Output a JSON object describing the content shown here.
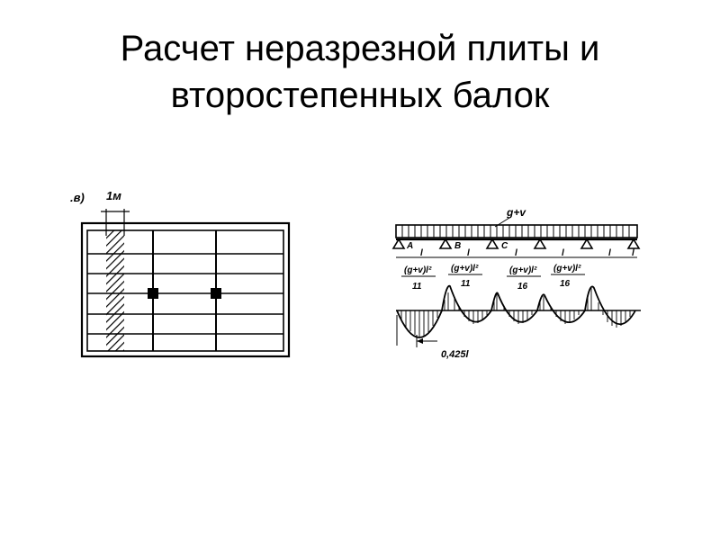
{
  "slide": {
    "title_line1": "Расчет неразрезной плиты и",
    "title_line2": "второстепенных балок"
  },
  "plan": {
    "panel_label": ".в)",
    "strip_width_label": "1м"
  },
  "beam": {
    "load_label": "g+v",
    "supports": [
      "A",
      "B",
      "C"
    ],
    "span_labels": [
      "l",
      "l",
      "l",
      "l",
      "l",
      "l"
    ],
    "moment_labels": [
      {
        "num": "(g+v)l²",
        "den": "11"
      },
      {
        "num": "(g+v)l²",
        "den": "11"
      },
      {
        "num": "(g+v)l²",
        "den": "16"
      },
      {
        "num": "(g+v)l²",
        "den": "16"
      }
    ],
    "dimension_label": "0,425l"
  },
  "colors": {
    "ink": "#000000",
    "background": "#ffffff"
  }
}
